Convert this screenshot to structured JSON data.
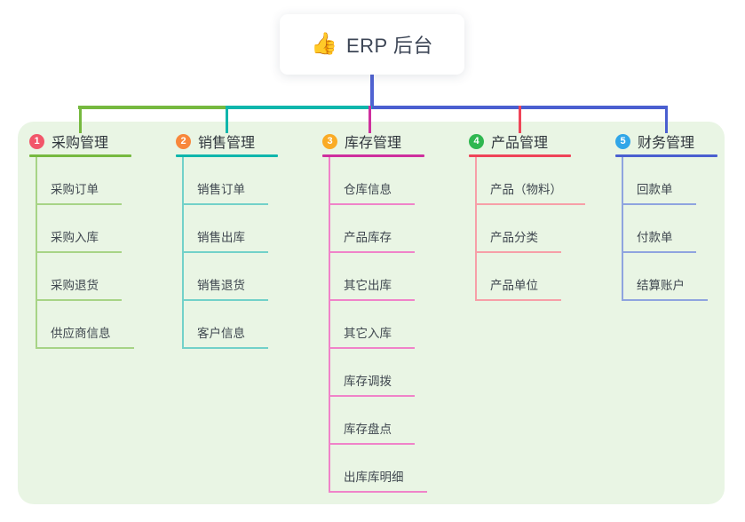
{
  "root": {
    "emoji": "👍",
    "title": "ERP 后台"
  },
  "branches": [
    {
      "index": "1",
      "title": "采购管理",
      "badge_color": "#F2566A",
      "line_color": "#76B93F",
      "child_line_color": "#A7D486",
      "children": [
        "采购订单",
        "采购入库",
        "采购退货",
        "供应商信息"
      ]
    },
    {
      "index": "2",
      "title": "销售管理",
      "badge_color": "#F8873B",
      "line_color": "#0FB6AC",
      "child_line_color": "#72D1C9",
      "children": [
        "销售订单",
        "销售出库",
        "销售退货",
        "客户信息"
      ]
    },
    {
      "index": "3",
      "title": "库存管理",
      "badge_color": "#FAAB25",
      "line_color": "#CE2F9E",
      "child_line_color": "#F083C9",
      "children": [
        "仓库信息",
        "产品库存",
        "其它出库",
        "其它入库",
        "库存调拨",
        "库存盘点",
        "出库库明细"
      ]
    },
    {
      "index": "4",
      "title": "产品管理",
      "badge_color": "#2FB750",
      "line_color": "#EF4458",
      "child_line_color": "#F79FA8",
      "children": [
        "产品（物料）",
        "产品分类",
        "产品单位"
      ]
    },
    {
      "index": "5",
      "title": "财务管理",
      "badge_color": "#31A6E8",
      "line_color": "#4A5FD0",
      "child_line_color": "#8FA4DF",
      "children": [
        "回款单",
        "付款单",
        "结算账户"
      ]
    }
  ],
  "connectors": {
    "stem_color": "#5063D2"
  },
  "surface": {
    "panel_bg": "#E9F5E4"
  }
}
